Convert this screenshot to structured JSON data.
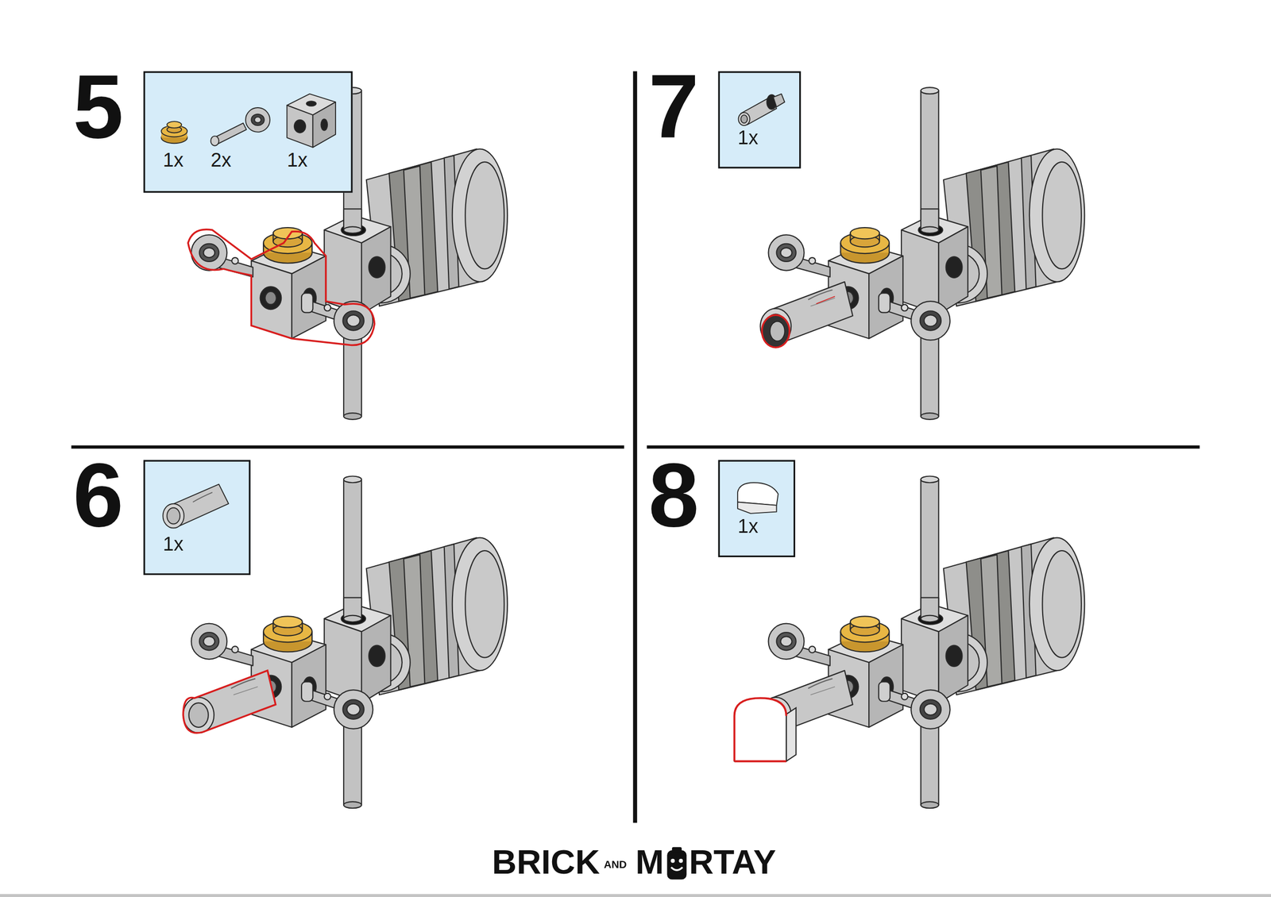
{
  "diagram": {
    "nodes": [
      {
        "text": [
          "1x",
          "2x",
          "1x"
        ]
      },
      {
        "text": [
          "1x"
        ]
      },
      {
        "text": [
          "1x"
        ]
      },
      {
        "text": [
          "1x"
        ]
      }
    ],
    "labels": [
      "5",
      "7",
      "6",
      "8",
      "BRICK",
      "AND",
      "M",
      "RTAY"
    ]
  }
}
